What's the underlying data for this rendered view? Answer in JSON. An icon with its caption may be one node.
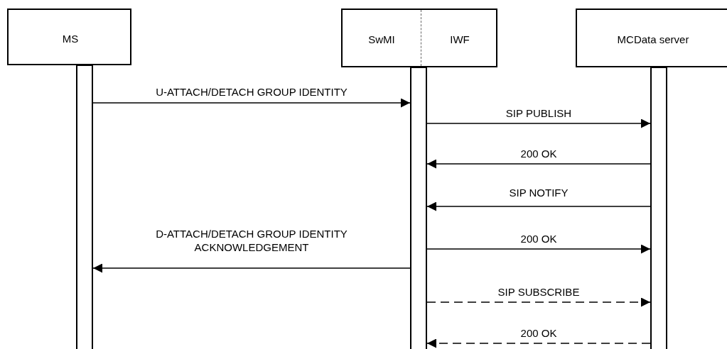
{
  "diagram": {
    "nodes": [
      {
        "text": [
          "MS"
        ]
      },
      {
        "text": [
          "SwMI",
          "IWF"
        ]
      },
      {
        "text": [
          "MCData server"
        ]
      },
      {
        "text": [],
        "shape": "bar"
      },
      {
        "text": [],
        "shape": "bar"
      },
      {
        "text": [],
        "shape": "bar"
      }
    ],
    "edges": [
      {
        "from": 3,
        "to": 4,
        "arrow": "to",
        "label": "U-ATTACH/DETACH GROUP IDENTITY"
      },
      {
        "from": 4,
        "to": 5,
        "arrow": "to",
        "label": "SIP PUBLISH"
      },
      {
        "from": 5,
        "to": 4,
        "arrow": "to",
        "label": "200 OK"
      },
      {
        "from": 5,
        "to": 4,
        "arrow": "to",
        "label": "SIP NOTIFY"
      },
      {
        "from": 4,
        "to": 5,
        "arrow": "to",
        "label": "200 OK"
      },
      {
        "from": 4,
        "to": 3,
        "arrow": "to",
        "label": "D-ATTACH/DETACH GROUP IDENTITY ACKNOWLEDGEMENT"
      },
      {
        "from": 4,
        "to": 5,
        "arrow": "to",
        "label": "SIP SUBSCRIBE",
        "style": "dashed"
      },
      {
        "from": 5,
        "to": 4,
        "arrow": "to",
        "label": "200 OK",
        "style": "dashed"
      }
    ]
  }
}
